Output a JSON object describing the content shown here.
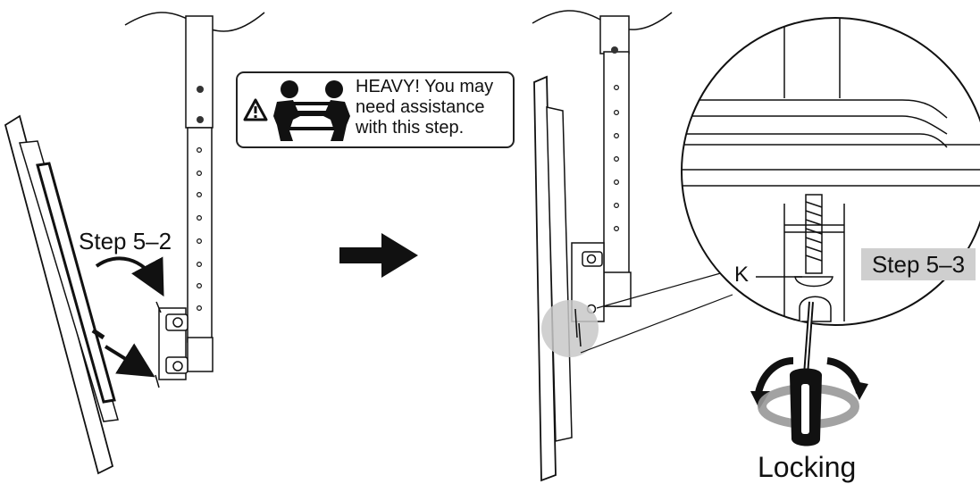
{
  "warning": {
    "lines": [
      "HEAVY! You may",
      "need assistance",
      "with this step."
    ]
  },
  "labels": {
    "step_left": "Step 5–2",
    "step_right": "Step 5–3",
    "part_k": "K",
    "locking": "Locking"
  },
  "icons": {
    "warning": "warning-triangle-icon",
    "people": "two-people-lifting-icon",
    "arrow": "right-arrow-icon",
    "rotate": "rotate-arrows-icon",
    "tool": "screwdriver-icon"
  },
  "colors": {
    "ink": "#111111",
    "highlight_circle": "#c8c8c8",
    "label_box": "#cfcfcf"
  }
}
